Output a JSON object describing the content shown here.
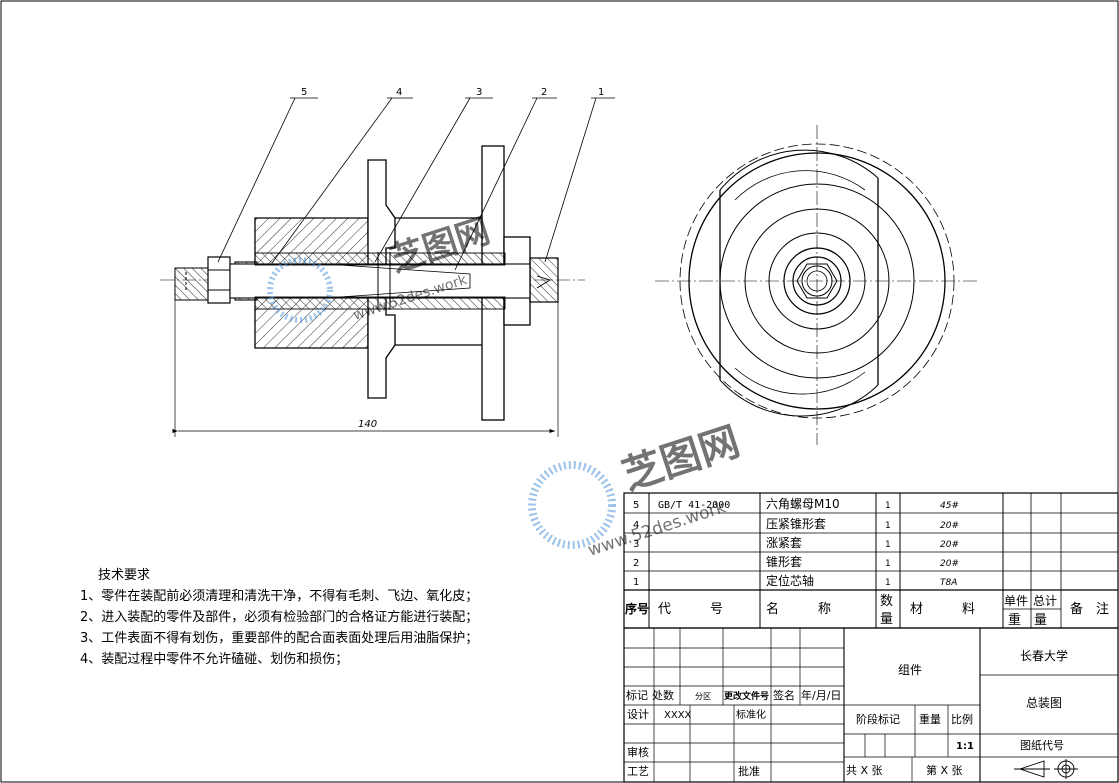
{
  "drawing": {
    "dimension_140": "140",
    "balloons": [
      "5",
      "4",
      "3",
      "2",
      "1"
    ]
  },
  "watermark": {
    "logo": "芝图网",
    "url": "www.52des.work"
  },
  "requirements": {
    "title": "技术要求",
    "items": [
      "1、零件在装配前必须清理和清洗干净，不得有毛刺、飞边、氧化皮；",
      "2、进入装配的零件及部件，必须有检验部门的合格证方能进行装配；",
      "3、工件表面不得有划伤，重要部件的配合面表面处理后用油脂保护；",
      "4、装配过程中零件不允许磕碰、划伤和损伤；"
    ]
  },
  "bom": {
    "rows": [
      {
        "no": "5",
        "code": "GB/T 41-2000",
        "name": "六角螺母M10",
        "qty": "1",
        "material": "45#"
      },
      {
        "no": "4",
        "code": "",
        "name": "压紧锥形套",
        "qty": "1",
        "material": "20#"
      },
      {
        "no": "3",
        "code": "",
        "name": "涨紧套",
        "qty": "1",
        "material": "20#"
      },
      {
        "no": "2",
        "code": "",
        "name": "锥形套",
        "qty": "1",
        "material": "20#"
      },
      {
        "no": "1",
        "code": "",
        "name": "定位芯轴",
        "qty": "1",
        "material": "T8A"
      }
    ],
    "header": {
      "no": "序号",
      "code": "代　　　号",
      "name": "名　　　称",
      "qty_top": "数",
      "qty_bottom": "量",
      "material": "材　　　料",
      "unit_weight_top": "单件",
      "total_weight_top": "总计",
      "weight_bottom": "重　量",
      "remark": "备　注"
    }
  },
  "title_block": {
    "mark": "标记",
    "count": "处数",
    "zone": "分区",
    "change_doc": "更改文件号",
    "sign": "签名",
    "date": "年/月/日",
    "design": "设计",
    "designer": "XXXX",
    "standardize": "标准化",
    "check": "审核",
    "process": "工艺",
    "approve": "批准",
    "part_name": "组件",
    "university": "长春大学",
    "drawing_name": "总装图",
    "stage_mark": "阶段标记",
    "weight": "重量",
    "scale": "比例",
    "scale_value": "1:1",
    "drawing_no": "图纸代号",
    "sheets_total": "共 X 张",
    "sheet_no": "第 X 张"
  }
}
